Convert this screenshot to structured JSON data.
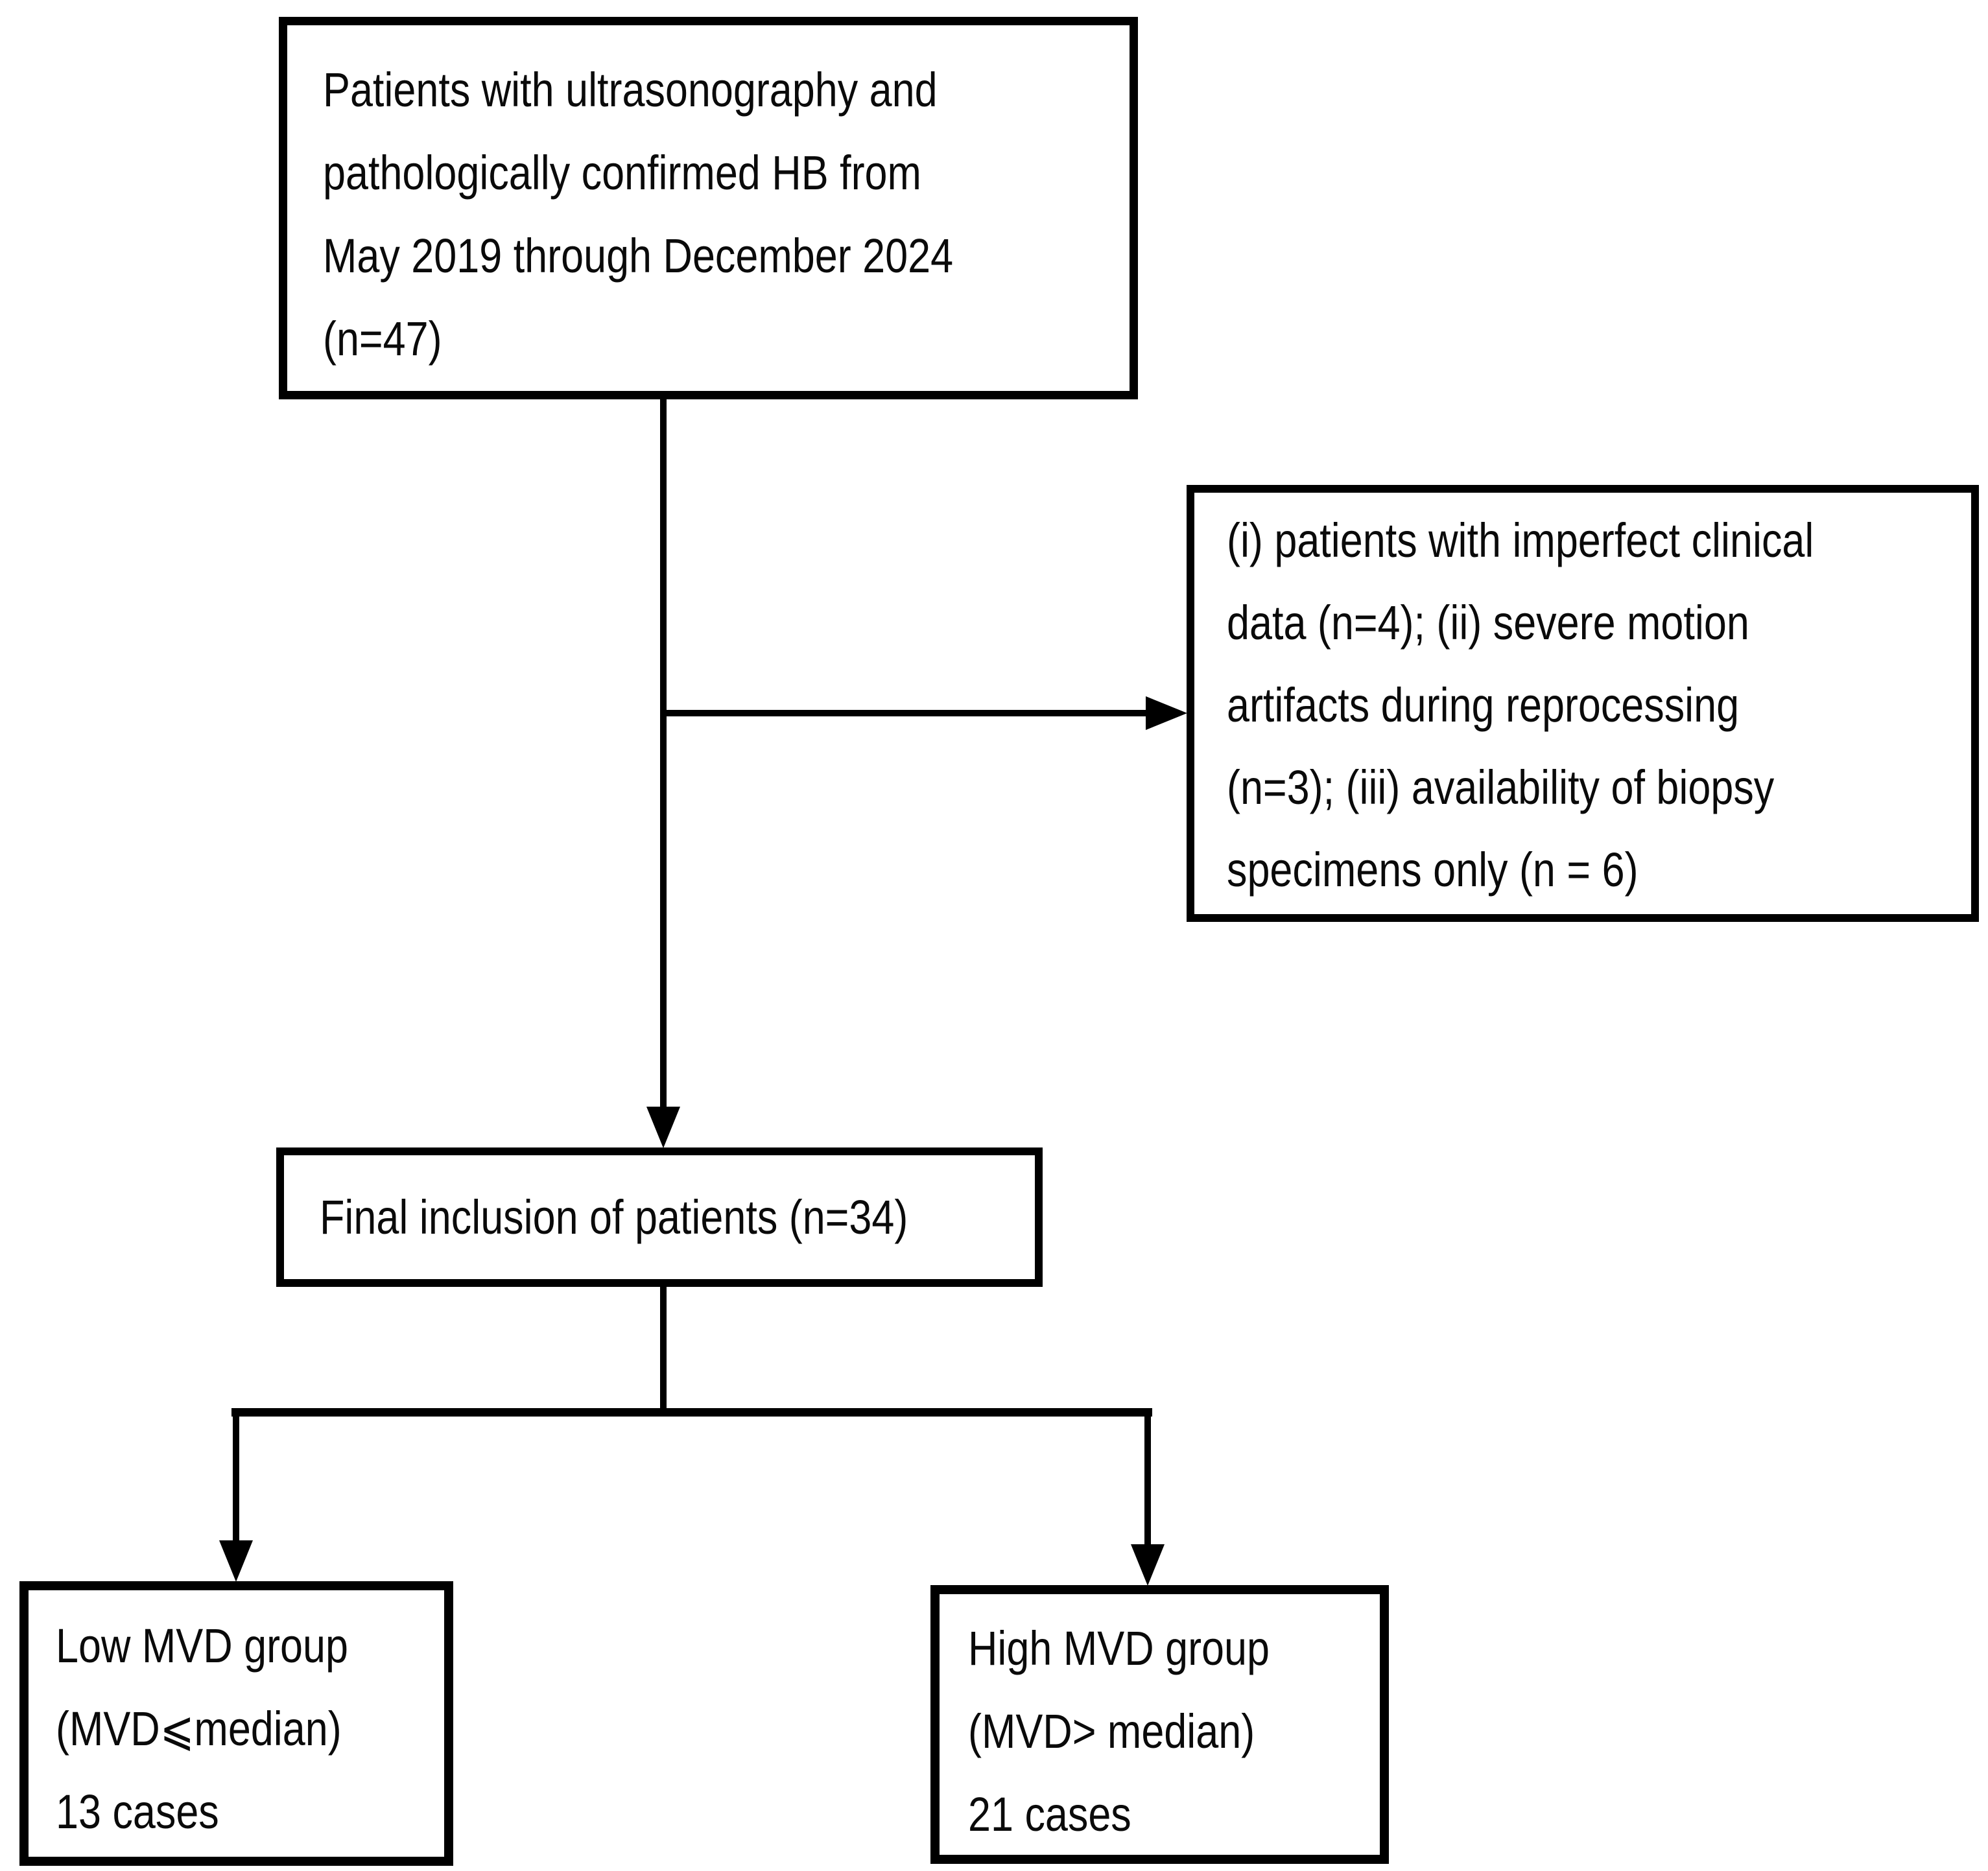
{
  "figure": {
    "type": "patient-flow-diagram",
    "background_color": "#ffffff",
    "line_color": "#000000",
    "text_color": "#0a0a0a"
  },
  "boxes": {
    "initial_cohort": {
      "lines": [
        "Patients with ultrasonography and",
        "pathologically confirmed HB from",
        "May 2019 through December 2024",
        "(n=47)"
      ]
    },
    "exclusions": {
      "lines": [
        "(i) patients with imperfect clinical",
        "data (n=4); (ii) severe motion",
        "artifacts during reprocessing",
        "(n=3); (iii) availability of biopsy",
        "specimens only (n = 6)"
      ]
    },
    "final_inclusion": {
      "lines": [
        "Final inclusion of patients (n=34)"
      ]
    },
    "low_mvd_group": {
      "lines": [
        "Low MVD group",
        "(MVD⩽median)",
        "13 cases"
      ]
    },
    "high_mvd_group": {
      "lines": [
        "High MVD group",
        "(MVD> median)",
        "21 cases"
      ]
    }
  }
}
